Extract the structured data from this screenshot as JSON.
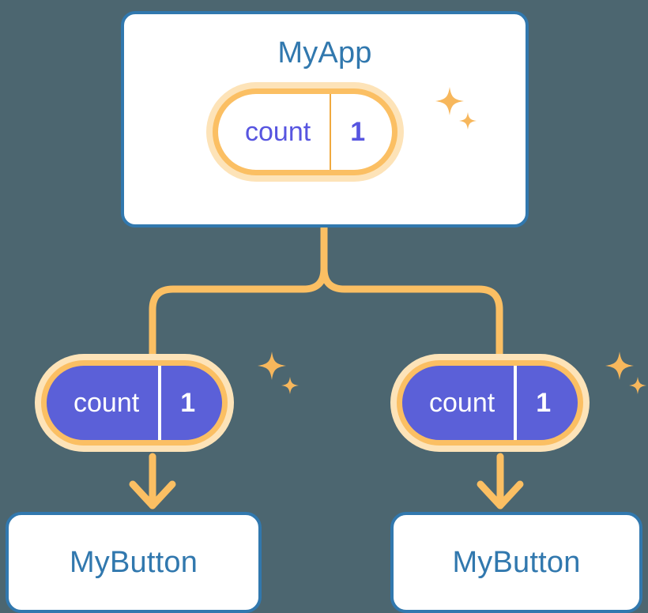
{
  "diagram": {
    "title_concept": "state propagation tree",
    "background_color": "#4c6670",
    "accent_orange": "#fbbf63",
    "accent_blue": "#3178ae",
    "accent_purple": "#5b60d8"
  },
  "app_card": {
    "title": "MyApp",
    "state_pill": {
      "key": "count",
      "value": "1",
      "style": "outlined"
    }
  },
  "children": [
    {
      "state_pill": {
        "key": "count",
        "value": "1",
        "style": "filled"
      },
      "card": {
        "title": "MyButton"
      }
    },
    {
      "state_pill": {
        "key": "count",
        "value": "1",
        "style": "filled"
      },
      "card": {
        "title": "MyButton"
      }
    }
  ],
  "icons": {
    "sparkle": "sparkle-icon",
    "arrow": "arrow-down-icon",
    "branch": "branch-connector"
  }
}
